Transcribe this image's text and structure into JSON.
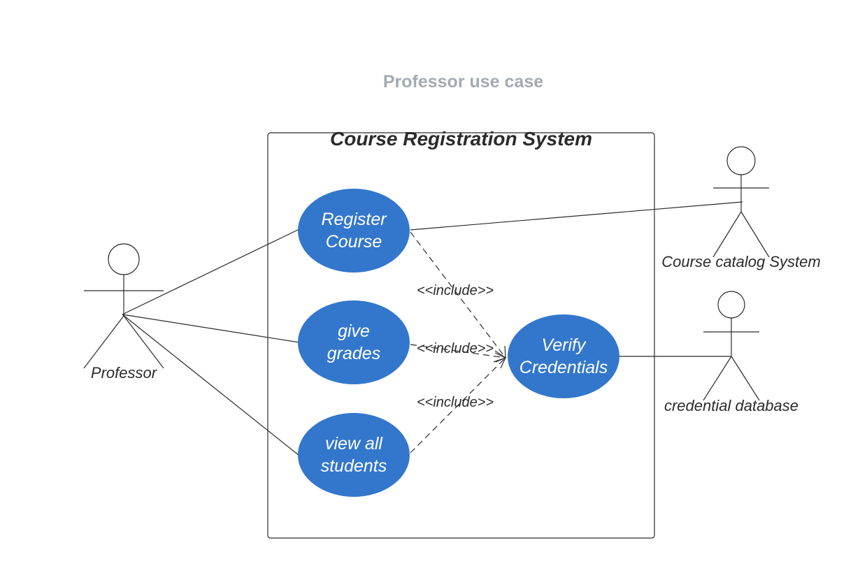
{
  "title": "Professor use case",
  "system": {
    "name": "Course Registration System"
  },
  "use_cases": {
    "register": "Register Course",
    "grades": "give grades",
    "students": "view all students",
    "verify": "Verify Credentials"
  },
  "actors": {
    "professor": "Professor",
    "catalog": "Course catalog System",
    "credential_db": "credential database"
  },
  "relations": {
    "include_1": "<<include>>",
    "include_2": "<<include>>",
    "include_3": "<<include>>"
  },
  "colors": {
    "use_case_fill": "#3377cc",
    "line": "#2b2b2b",
    "title": "#a3aab3"
  }
}
